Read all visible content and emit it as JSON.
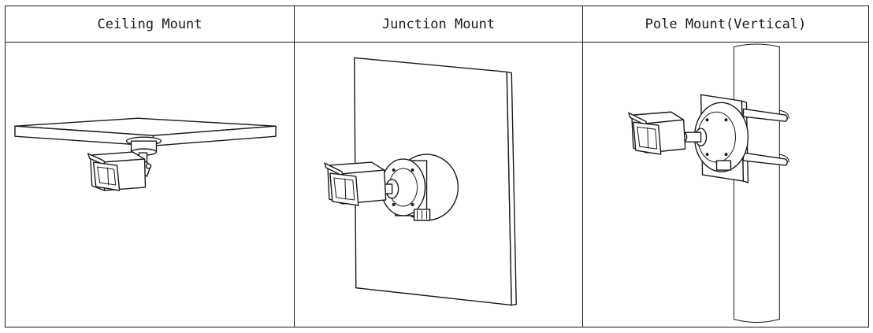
{
  "columns": [
    {
      "label": "Ceiling Mount",
      "illustration_icon": "ceiling-mount-camera-icon"
    },
    {
      "label": "Junction Mount",
      "illustration_icon": "junction-mount-camera-icon"
    },
    {
      "label": "Pole Mount(Vertical)",
      "illustration_icon": "pole-mount-camera-icon"
    }
  ]
}
